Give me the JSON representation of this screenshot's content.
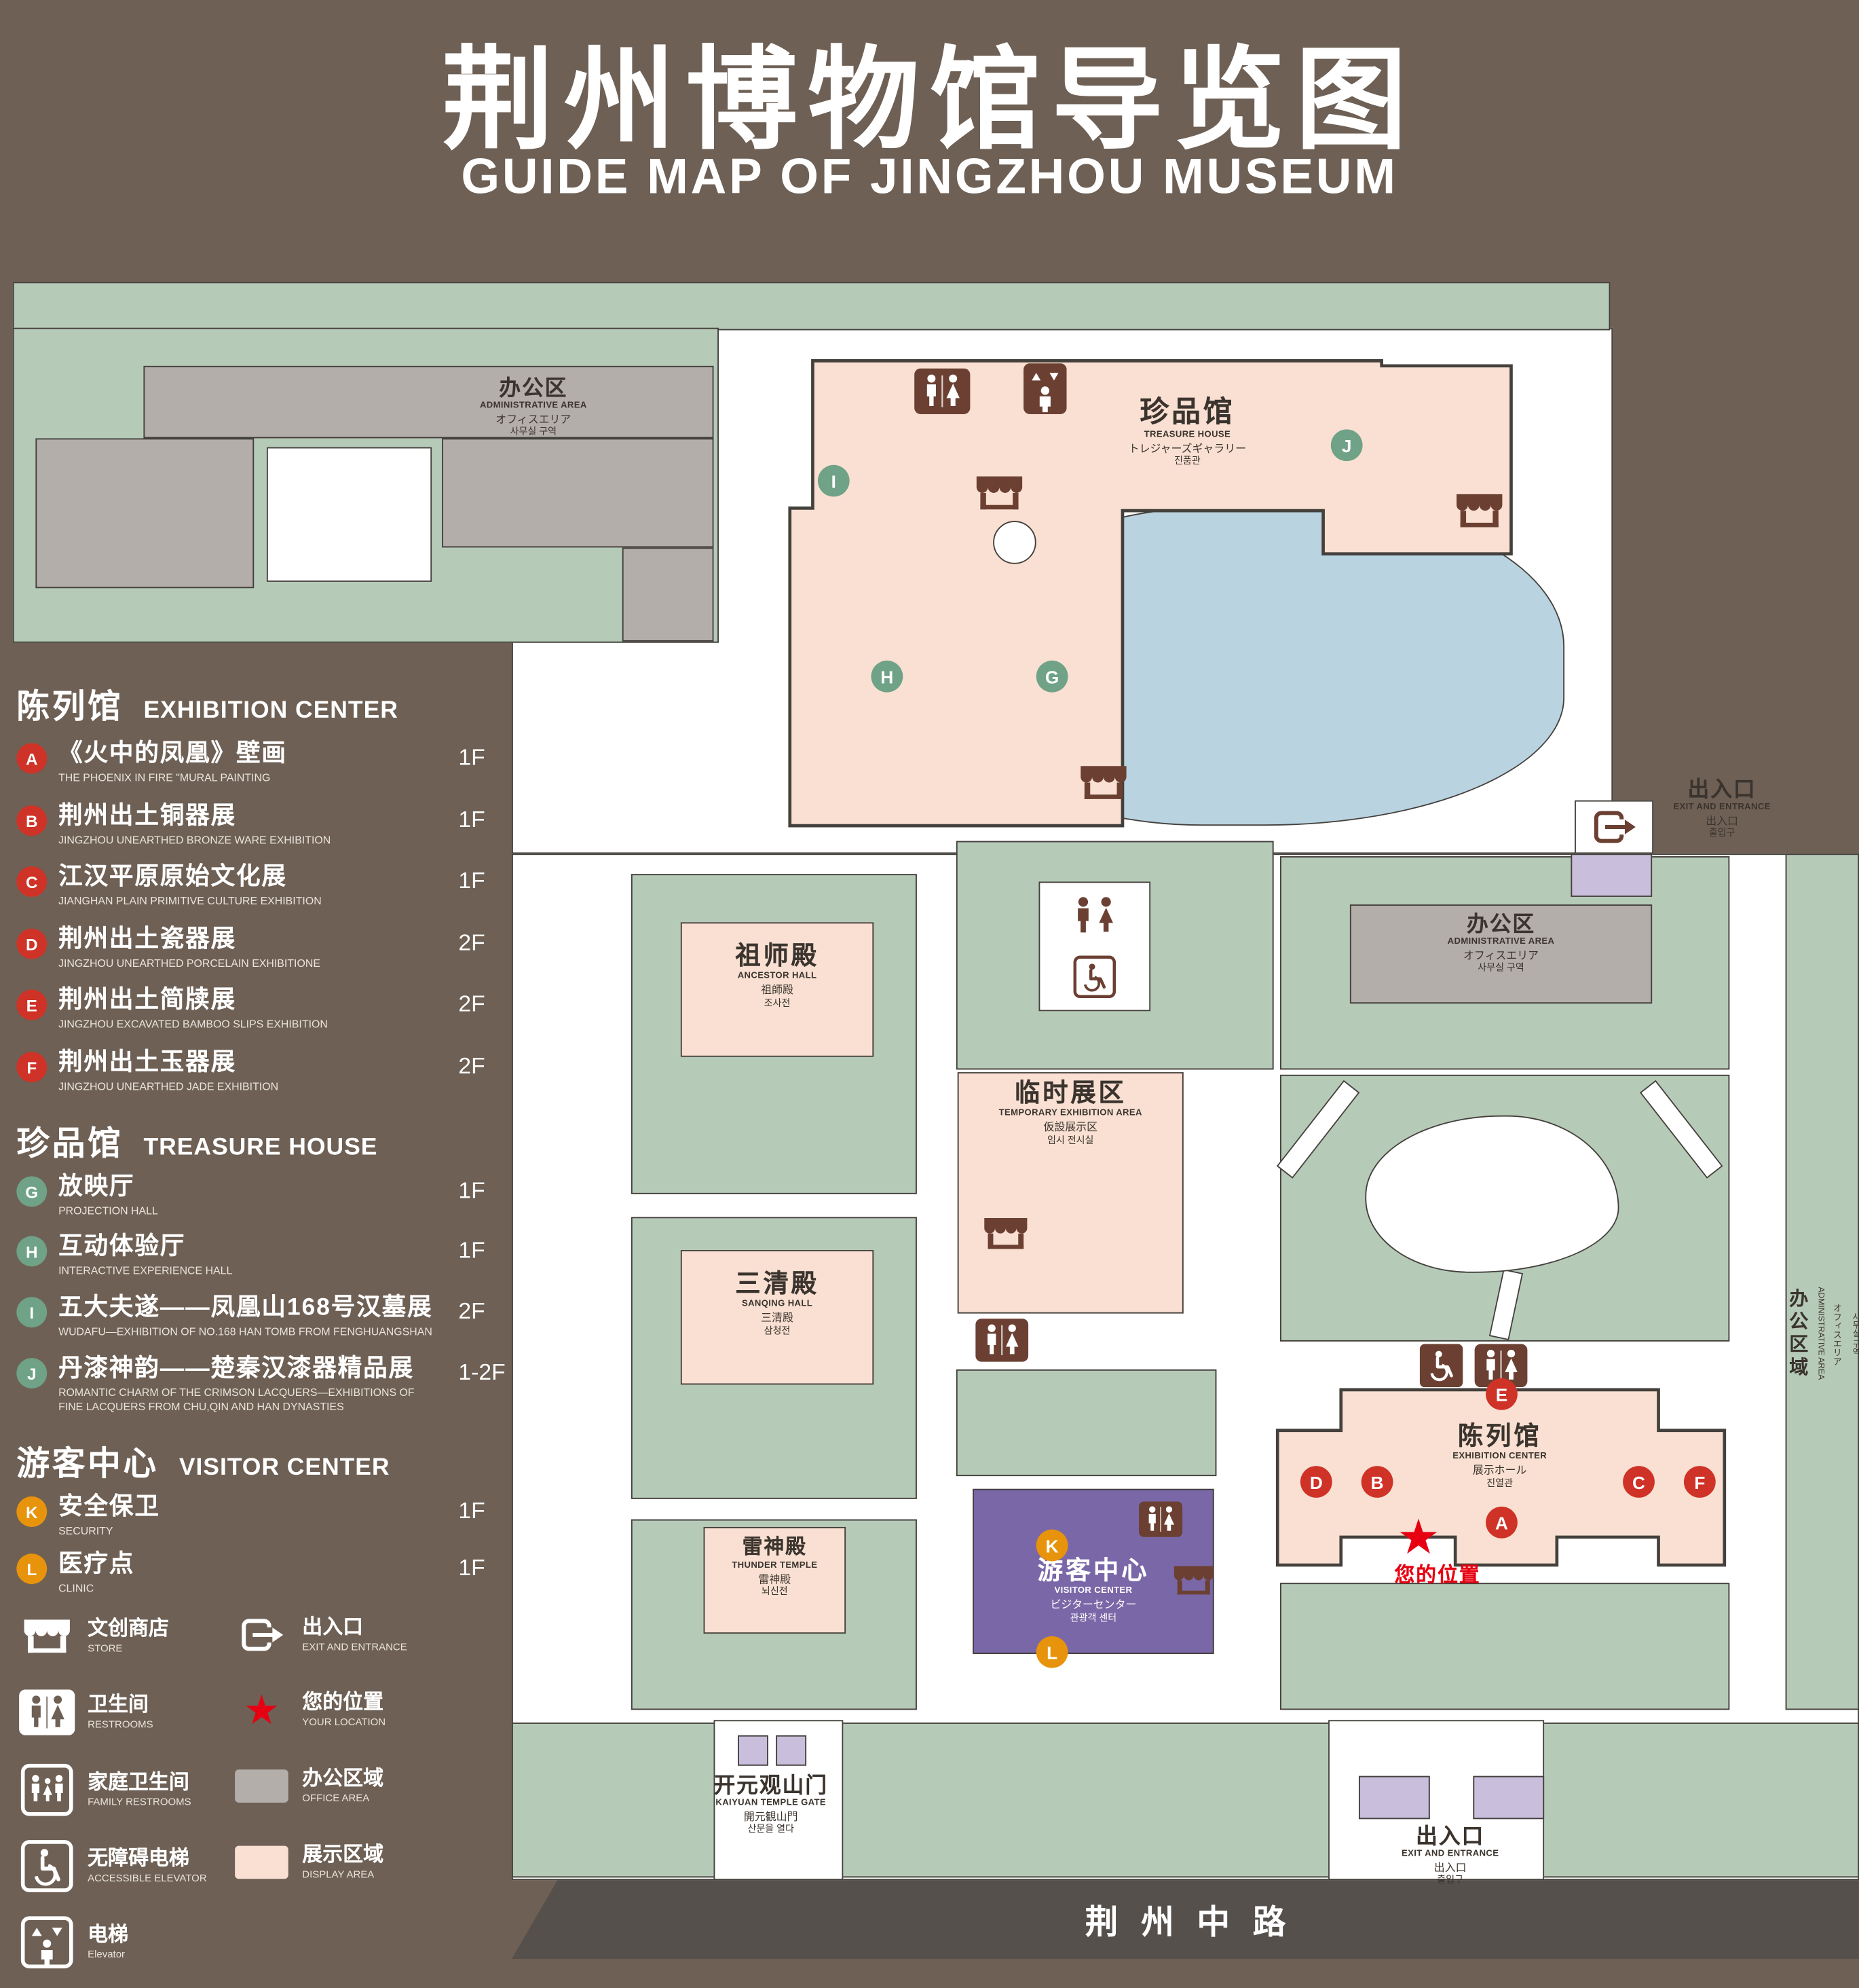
{
  "title": {
    "zh": "荆州博物馆导览图",
    "en": "GUIDE MAP OF JINGZHOU MUSEUM"
  },
  "legend": {
    "sections": [
      {
        "heading_zh": "陈列馆",
        "heading_en": "EXHIBITION CENTER",
        "items": [
          {
            "key": "A",
            "zh": "《火中的凤凰》壁画",
            "en": "THE PHOENIX IN FIRE \"MURAL PAINTING",
            "floor": "1F"
          },
          {
            "key": "B",
            "zh": "荆州出土铜器展",
            "en": "JINGZHOU UNEARTHED BRONZE WARE EXHIBITION",
            "floor": "1F"
          },
          {
            "key": "C",
            "zh": "江汉平原原始文化展",
            "en": "JIANGHAN PLAIN PRIMITIVE CULTURE EXHIBITION",
            "floor": "1F"
          },
          {
            "key": "D",
            "zh": "荆州出土瓷器展",
            "en": "JINGZHOU UNEARTHED PORCELAIN EXHIBITIONE",
            "floor": "2F"
          },
          {
            "key": "E",
            "zh": "荆州出土简牍展",
            "en": "JINGZHOU EXCAVATED BAMBOO SLIPS EXHIBITION",
            "floor": "2F"
          },
          {
            "key": "F",
            "zh": "荆州出土玉器展",
            "en": "JINGZHOU UNEARTHED JADE EXHIBITION",
            "floor": "2F"
          }
        ]
      },
      {
        "heading_zh": "珍品馆",
        "heading_en": "TREASURE HOUSE",
        "items": [
          {
            "key": "G",
            "zh": "放映厅",
            "en": "PROJECTION HALL",
            "floor": "1F"
          },
          {
            "key": "H",
            "zh": "互动体验厅",
            "en": "INTERACTIVE EXPERIENCE HALL",
            "floor": "1F"
          },
          {
            "key": "I",
            "zh": "五大夫遂——凤凰山168号汉墓展",
            "en": "WUDAFU—EXHIBITION OF NO.168 HAN TOMB FROM FENGHUANGSHAN",
            "floor": "2F"
          },
          {
            "key": "J",
            "zh": "丹漆神韵——楚秦汉漆器精品展",
            "en": "ROMANTIC CHARM OF THE CRIMSON LACQUERS—EXHIBITIONS OF FINE LACQUERS FROM CHU,QIN AND HAN DYNASTIES",
            "floor": "1-2F"
          }
        ]
      },
      {
        "heading_zh": "游客中心",
        "heading_en": "VISITOR CENTER",
        "items": [
          {
            "key": "K",
            "zh": "安全保卫",
            "en": "SECURITY",
            "floor": "1F"
          },
          {
            "key": "L",
            "zh": "医疗点",
            "en": "CLINIC",
            "floor": "1F"
          }
        ]
      }
    ],
    "symbols": [
      {
        "id": "store-icon",
        "zh": "文创商店",
        "en": "STORE"
      },
      {
        "id": "exit-icon",
        "zh": "出入口",
        "en": "EXIT AND ENTRANCE"
      },
      {
        "id": "restroom-icon",
        "zh": "卫生间",
        "en": "RESTROOMS"
      },
      {
        "id": "your-location-icon",
        "zh": "您的位置",
        "en": "YOUR LOCATION"
      },
      {
        "id": "family-restroom-icon",
        "zh": "家庭卫生间",
        "en": "FAMILY RESTROOMS"
      },
      {
        "id": "office-area-swatch",
        "zh": "办公区域",
        "en": "OFFICE AREA"
      },
      {
        "id": "accessible-elevator-icon",
        "zh": "无障碍电梯",
        "en": "ACCESSIBLE ELEVATOR"
      },
      {
        "id": "display-area-swatch",
        "zh": "展示区域",
        "en": "DISPLAY AREA"
      },
      {
        "id": "elevator-icon",
        "zh": "电梯",
        "en": "Elevator"
      }
    ]
  },
  "map": {
    "labels": {
      "admin_nw": {
        "zh": "办公区",
        "en": "ADMINISTRATIVE AREA",
        "ja": "オフィスエリア",
        "ko": "사무실 구역"
      },
      "treasure": {
        "zh": "珍品馆",
        "en": "TREASURE HOUSE",
        "ja": "トレジャーズギャラリー",
        "ko": "진품관"
      },
      "admin_e": {
        "zh": "办公区",
        "en": "ADMINISTRATIVE AREA",
        "ja": "オフィスエリア",
        "ko": "사무실 구역"
      },
      "admin_strip": {
        "zh": "办公区域",
        "en": "ADMINISTRATIVE AREA",
        "ja": "オフィスエリア",
        "ko": "사무실 구역"
      },
      "ancestor": {
        "zh": "祖师殿",
        "en": "ANCESTOR HALL",
        "ja": "祖師殿",
        "ko": "조사전"
      },
      "sanqing": {
        "zh": "三清殿",
        "en": "SANQING HALL",
        "ja": "三清殿",
        "ko": "삼청전"
      },
      "thunder": {
        "zh": "雷神殿",
        "en": "THUNDER TEMPLE",
        "ja": "雷神殿",
        "ko": "뇌신전"
      },
      "temporary": {
        "zh": "临时展区",
        "en": "TEMPORARY EXHIBITION AREA",
        "ja": "仮設展示区",
        "ko": "임시 전시실"
      },
      "visitor": {
        "zh": "游客中心",
        "en": "VISITOR CENTER",
        "ja": "ビジターセンター",
        "ko": "관광객 센터"
      },
      "exhibition": {
        "zh": "陈列馆",
        "en": "EXHIBITION CENTER",
        "ja": "展示ホール",
        "ko": "진열관"
      },
      "gate": {
        "zh": "开元观山门",
        "en": "KAIYUAN TEMPLE GATE",
        "ja": "開元観山門",
        "ko": "산문을 열다"
      },
      "exit_ne": {
        "zh": "出入口",
        "en": "EXIT AND ENTRANCE",
        "ja": "出入口",
        "ko": "출입구"
      },
      "exit_s": {
        "zh": "出入口",
        "en": "EXIT AND ENTRANCE",
        "ja": "出入口",
        "ko": "출입구"
      },
      "your_location": "您的位置",
      "road": "荆州中路"
    },
    "markers": {
      "A": "A",
      "B": "B",
      "C": "C",
      "D": "D",
      "E": "E",
      "F": "F",
      "G": "G",
      "H": "H",
      "I": "I",
      "J": "J",
      "K": "K",
      "L": "L"
    }
  },
  "colors": {
    "background": "#6e6055",
    "lawn": "#b6cab8",
    "display_area": "#f9e0d2",
    "office_area": "#b4aeaa",
    "lake": "#b9d3e1",
    "visitor_center": "#7a67a7",
    "light_purple": "#c9bedb",
    "road": "#55504b",
    "marker_red": "#cf3227",
    "marker_green": "#6fa287",
    "marker_orange": "#e8930c",
    "icon_brown": "#6b4032",
    "star_red": "#e60012",
    "outline": "#44403c"
  }
}
